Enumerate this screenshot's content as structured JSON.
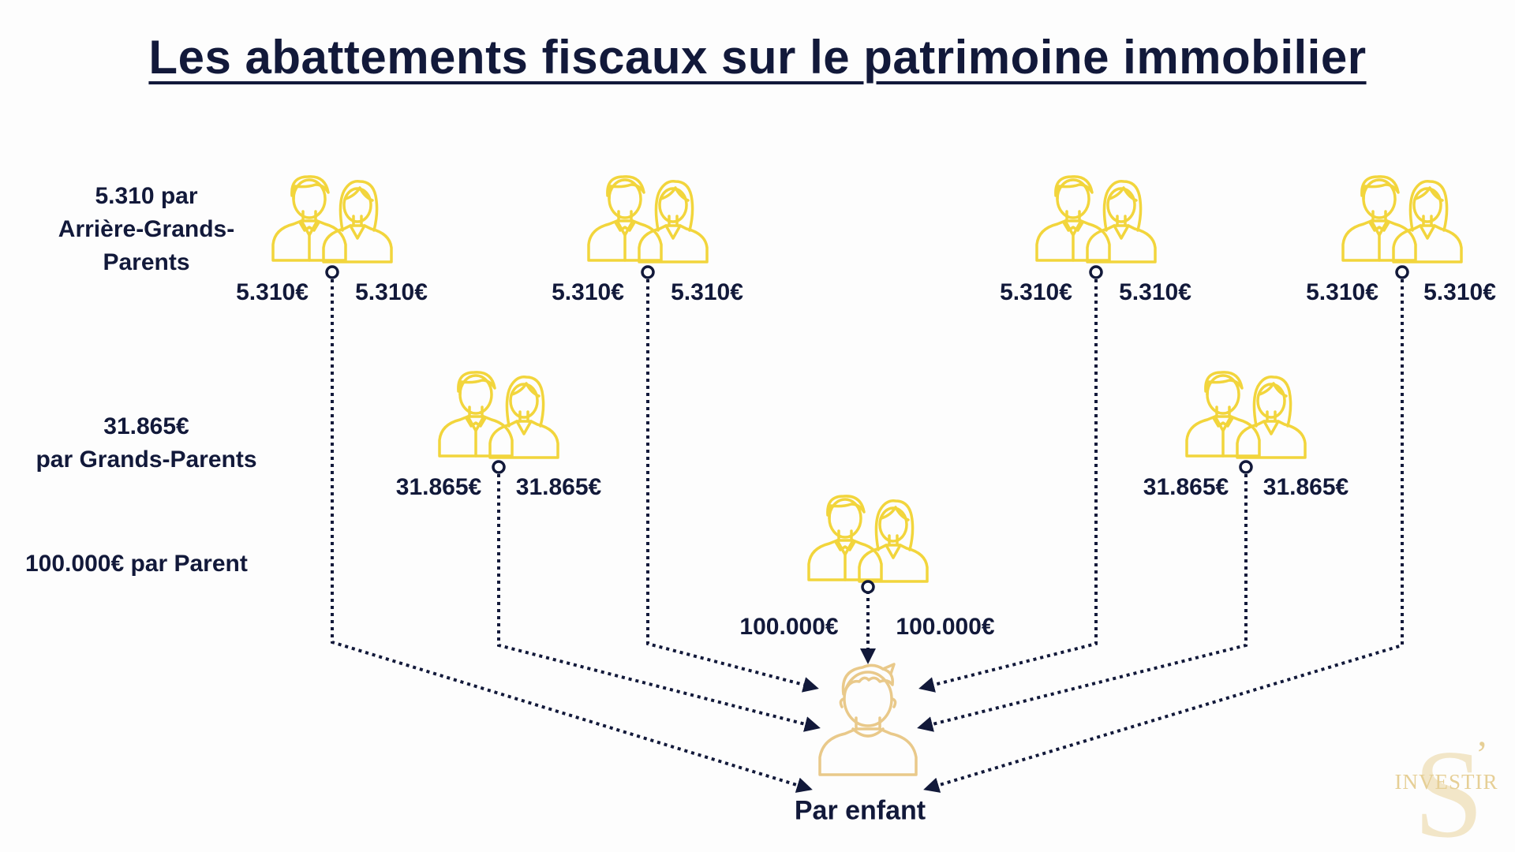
{
  "title": "Les abattements fiscaux sur le patrimoine immobilier",
  "labels": {
    "great_grandparents": [
      "5.310 par",
      "Arrière-Grands-",
      "Parents"
    ],
    "grandparents": [
      "31.865€",
      "par Grands-Parents"
    ],
    "parent": "100.000€ par Parent"
  },
  "great_grandparents_couples": [
    {
      "left_amount": "5.310€",
      "right_amount": "5.310€"
    },
    {
      "left_amount": "5.310€",
      "right_amount": "5.310€"
    },
    {
      "left_amount": "5.310€",
      "right_amount": "5.310€"
    },
    {
      "left_amount": "5.310€",
      "right_amount": "5.310€"
    }
  ],
  "grandparents_couples": [
    {
      "left_amount": "31.865€",
      "right_amount": "31.865€"
    },
    {
      "left_amount": "31.865€",
      "right_amount": "31.865€"
    }
  ],
  "parents_couple": {
    "left_amount": "100.000€",
    "right_amount": "100.000€"
  },
  "child_label": "Par enfant",
  "logo": {
    "text": "INVESTIR",
    "letter": "S",
    "color": "#e6cf96"
  },
  "colors": {
    "couple_icon": "#f2d53c",
    "child_icon": "#e9c98a",
    "text_and_lines": "#12193a"
  }
}
